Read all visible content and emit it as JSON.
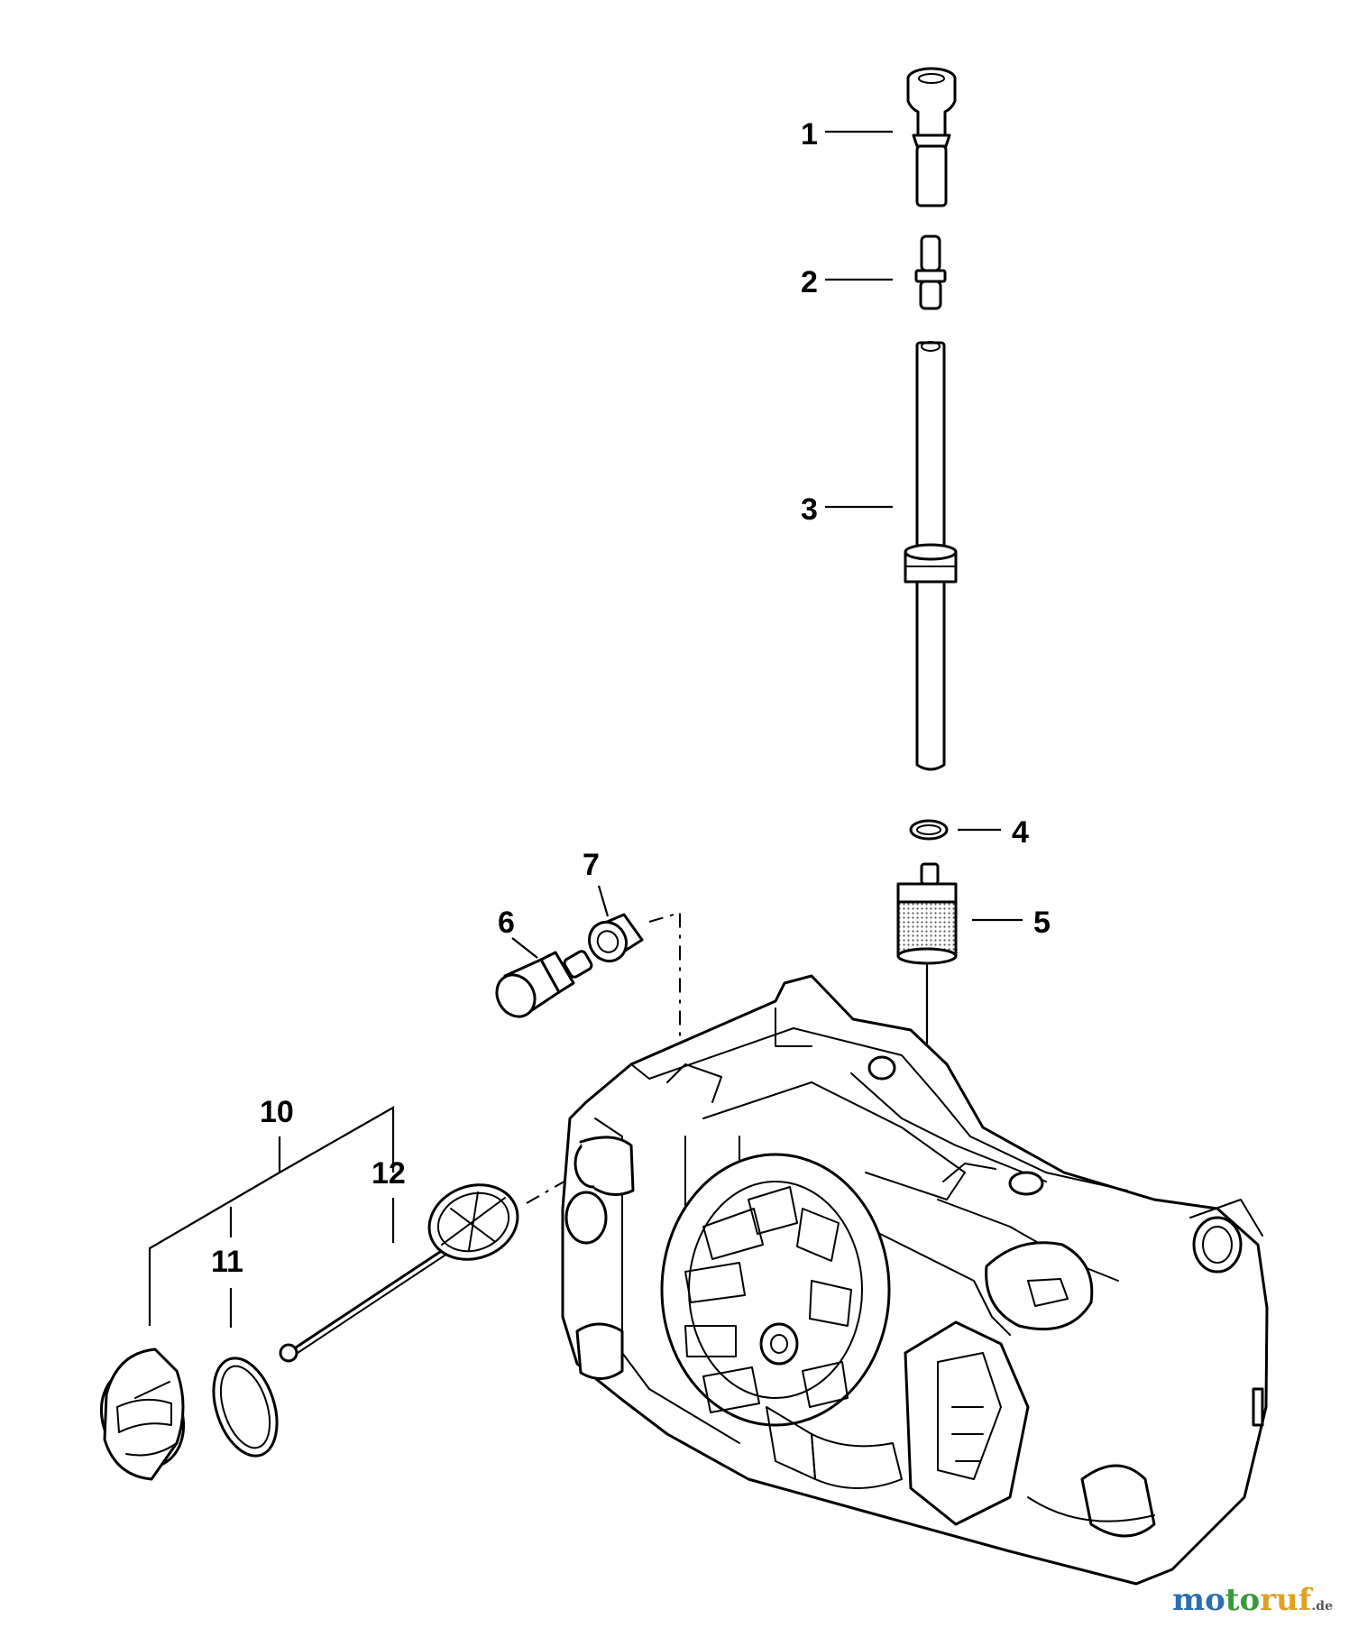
{
  "diagram": {
    "callouts": [
      {
        "id": "1",
        "label": "1"
      },
      {
        "id": "2",
        "label": "2"
      },
      {
        "id": "3",
        "label": "3"
      },
      {
        "id": "4",
        "label": "4"
      },
      {
        "id": "5",
        "label": "5"
      },
      {
        "id": "6",
        "label": "6"
      },
      {
        "id": "7",
        "label": "7"
      },
      {
        "id": "10",
        "label": "10"
      },
      {
        "id": "11",
        "label": "11"
      },
      {
        "id": "12",
        "label": "12"
      }
    ]
  },
  "watermark": {
    "part1": "mo",
    "part2": "to",
    "part3": "ruf",
    "tld": ".de"
  }
}
